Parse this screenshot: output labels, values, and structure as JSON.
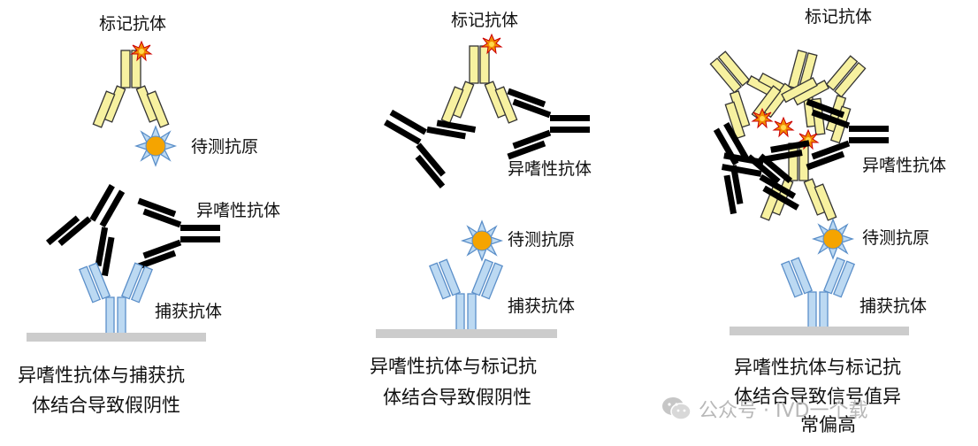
{
  "colors": {
    "labeled_antibody": "#f7f1a0",
    "capture_antibody": "#bcd9f2",
    "heterophilic_antibody": "#000000",
    "antigen": "#f5a400",
    "antigen_spikes": "#5b8fc9",
    "enzyme_burst": "#f08c00",
    "plate": "#cccccc",
    "watermark": "#b8b8b8"
  },
  "panels": [
    {
      "labels": {
        "labeled_antibody": "标记抗体",
        "antigen": "待测抗原",
        "heterophilic_antibody": "异嗜性抗体",
        "capture_antibody": "捕获抗体"
      },
      "caption_lines": [
        "异嗜性抗体与捕获抗",
        "体结合导致假阴性"
      ]
    },
    {
      "labels": {
        "labeled_antibody": "标记抗体",
        "heterophilic_antibody": "异嗜性抗体",
        "antigen": "待测抗原",
        "capture_antibody": "捕获抗体"
      },
      "caption_lines": [
        "异嗜性抗体与标记抗",
        "体结合导致假阴性"
      ]
    },
    {
      "labels": {
        "labeled_antibody": "标记抗体",
        "heterophilic_antibody": "异嗜性抗体",
        "antigen": "待测抗原",
        "capture_antibody": "捕获抗体"
      },
      "caption_lines": [
        "异嗜性抗体与标记抗",
        "体结合导致信号值异",
        "常偏高"
      ]
    }
  ],
  "watermark": {
    "text": "公众号 · IVD一个载",
    "icon": "wechat-icon"
  }
}
